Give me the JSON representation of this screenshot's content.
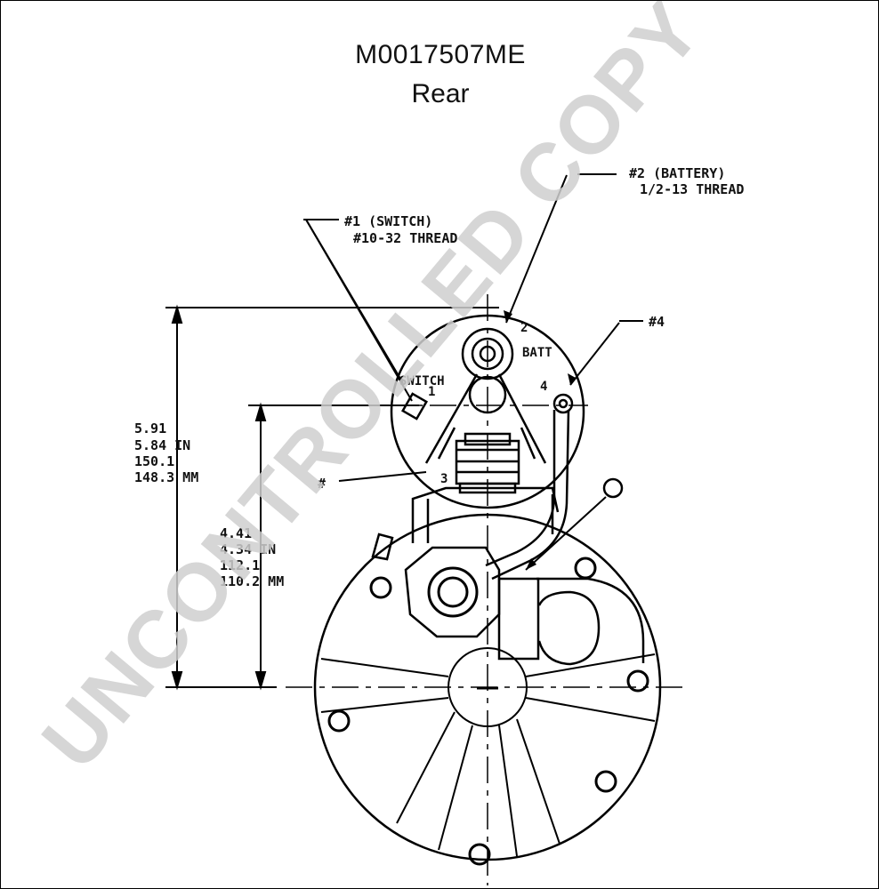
{
  "header": {
    "part_number": "M0017507ME",
    "view": "Rear"
  },
  "callouts": {
    "battery_terminal_line1": "#2 (BATTERY)",
    "battery_terminal_line2": "1/2-13 THREAD",
    "switch_terminal_line1": "#1 (SWITCH)",
    "switch_terminal_line2": "#10-32 THREAD",
    "terminal_4": "#4",
    "terminal_3_partial": "#"
  },
  "solenoid_labels": {
    "batt": "BATT",
    "switch": "SWITCH",
    "n1": "1",
    "n2": "2",
    "n3": "3",
    "n4": "4"
  },
  "dimensions": {
    "overall_height": [
      "5.91",
      "5.84 IN",
      "150.1",
      "148.3 MM"
    ],
    "inner_height": [
      "4.41",
      "4.34 IN",
      "112.1",
      "110.2 MM"
    ]
  },
  "watermark": "UNCONTROLLED COPY"
}
